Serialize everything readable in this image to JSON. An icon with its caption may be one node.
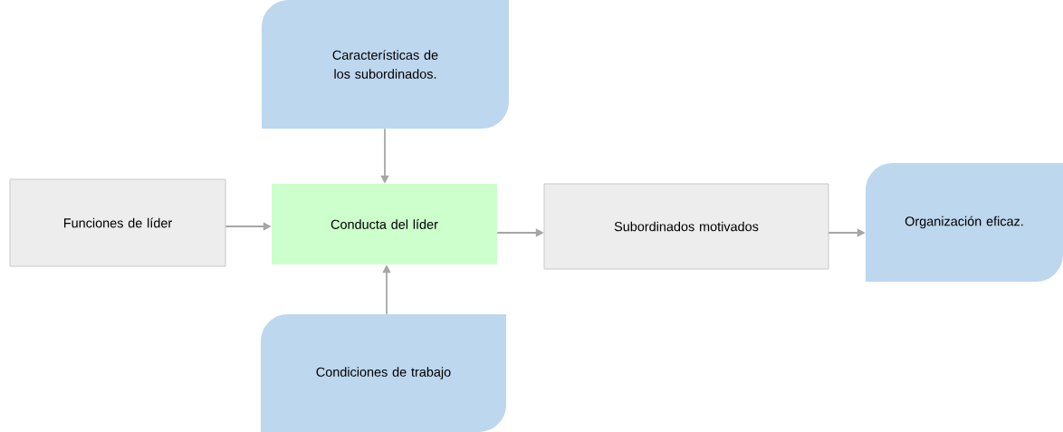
{
  "diagram": {
    "nodes": [
      {
        "text": [
          "Características de los subordinados."
        ]
      },
      {
        "text": [
          "Funciones de líder"
        ]
      },
      {
        "text": [
          "Conducta del líder"
        ]
      },
      {
        "text": [
          "Subordinados motivados"
        ]
      },
      {
        "text": [
          "Organización eficaz."
        ]
      },
      {
        "text": [
          "Condiciones de trabajo"
        ]
      }
    ],
    "edges": [
      {
        "from": 0,
        "to": 2,
        "arrow": "to"
      },
      {
        "from": 1,
        "to": 2,
        "arrow": "to"
      },
      {
        "from": 2,
        "to": 3,
        "arrow": "to"
      },
      {
        "from": 3,
        "to": 4,
        "arrow": "to"
      },
      {
        "from": 5,
        "to": 2,
        "arrow": "to"
      }
    ]
  }
}
